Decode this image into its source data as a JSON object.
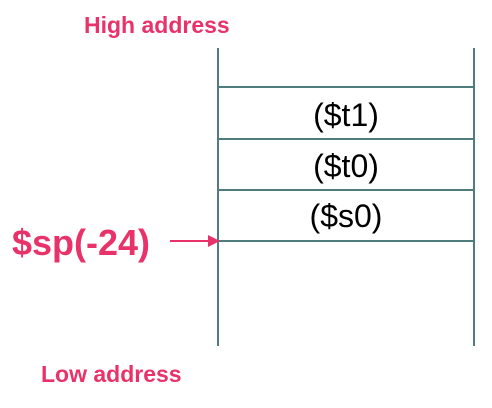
{
  "colors": {
    "accent": "#e8336a",
    "line": "#4f7d7d",
    "text": "#000000"
  },
  "labels": {
    "high_address": "High address",
    "low_address": "Low address",
    "stack_pointer": "$sp(-24)"
  },
  "stack": {
    "slots": [
      "($t1)",
      "($t0)",
      "($s0)"
    ]
  },
  "icons": {
    "pointer_arrow": "arrow-right-icon"
  }
}
